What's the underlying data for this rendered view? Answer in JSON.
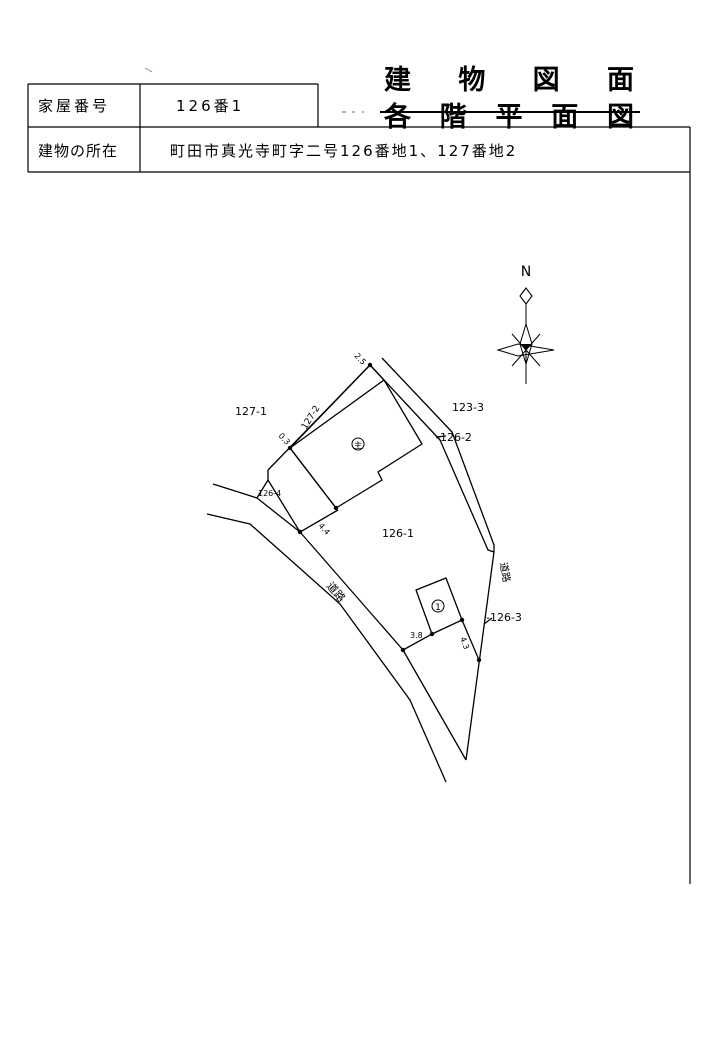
{
  "header": {
    "title_main": [
      "建",
      "物",
      "図",
      "面"
    ],
    "title_struck": [
      "各",
      "階",
      "平",
      "面",
      "図"
    ],
    "house_number_label": "家屋番号",
    "house_number_value": "126番1",
    "location_label": "建物の所在",
    "location_value": "町田市真光寺町字二号126番地1、127番地2"
  },
  "map": {
    "north_label": "N",
    "parcels": {
      "p127_1": "127-1",
      "p127_2": "127-2",
      "p123_3": "123-3",
      "p126_2": "-126-2",
      "p126_4": "126-4",
      "p126_1": "126-1",
      "p126_3": "-126-3"
    },
    "roads": {
      "road_left": "道路",
      "road_right": "道路"
    },
    "symbols": {
      "main_building": "主",
      "annex_building": "1"
    },
    "dimensions": {
      "d2_5": "2.5",
      "d0_3": "0.3",
      "d4_4": "4.4",
      "d3_8": "3.8",
      "d4_3": "4.3"
    }
  }
}
